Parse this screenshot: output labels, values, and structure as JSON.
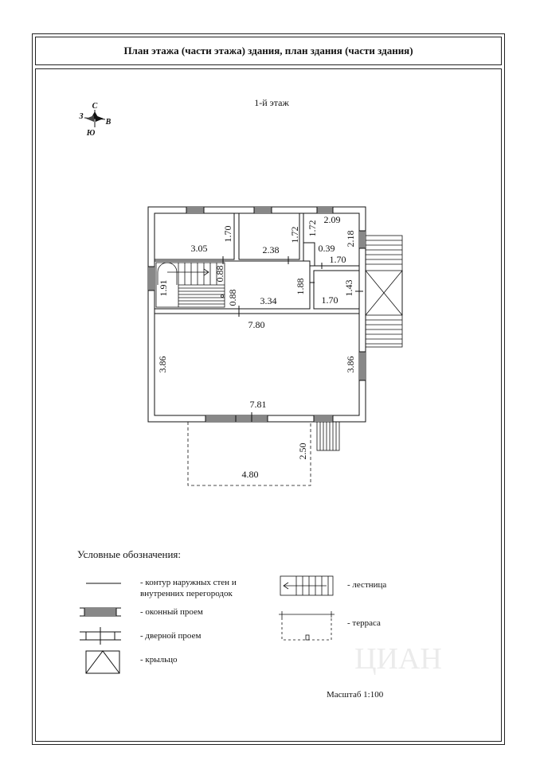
{
  "title": "План этажа (части этажа) здания, план здания (части здания)",
  "floor_label": "1-й этаж",
  "compass": {
    "n": "С",
    "w": "З",
    "e": "В",
    "s": "Ю"
  },
  "dimensions": {
    "room1_w": "3.05",
    "room1_h": "1.70",
    "room2_w": "2.38",
    "room2_h": "1.72",
    "room3_w": "2.09",
    "room3_h": "1.72",
    "room3_side": "2.18",
    "room3_small": "0.39",
    "corr_top": "1.70",
    "stair_h": "1.91",
    "stair_d1": "0.88",
    "stair_d2": "0.88",
    "hall_w": "3.34",
    "hall_h": "1.88",
    "room5_w": "1.70",
    "room5_h": "1.43",
    "big_top": "7.80",
    "big_left": "3.86",
    "big_right": "3.86",
    "big_bottom": "7.81",
    "terrace_w": "4.80",
    "terrace_h": "2.50"
  },
  "legend": {
    "heading": "Условные обозначения:",
    "walls_line1": "- контур наружных стен и",
    "walls_line2": "внутренних перегородок",
    "window": "- оконный проем",
    "door": "- дверной проем",
    "porch": "- крыльцо",
    "stairs": "- лестница",
    "terrace": "- терраса"
  },
  "scale": "Масштаб  1:100",
  "watermark": "ЦИАН"
}
